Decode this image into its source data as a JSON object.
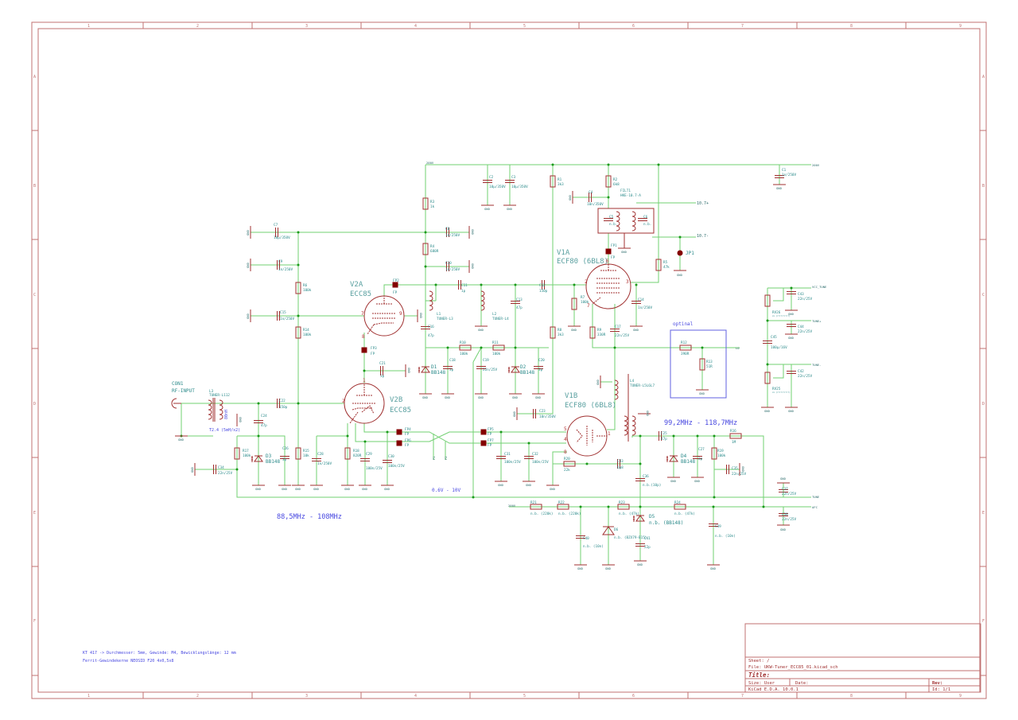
{
  "title_block": {
    "sheet": "Sheet: /",
    "file": "File: UKW-Tuner_ECC85_01.kicad_sch",
    "title": "Title:",
    "size": "Size: User",
    "date": "Date:",
    "rev": "Rev:",
    "app": "KiCad E.D.A. 10.0.1",
    "id": "Id: 1/1"
  },
  "frame": {
    "cols": [
      "1",
      "2",
      "3",
      "4",
      "5",
      "6",
      "7",
      "8",
      "9"
    ],
    "rows": [
      "A",
      "B",
      "C",
      "D",
      "E",
      "F"
    ]
  },
  "gnd": "GND",
  "tubes": {
    "V1A": {
      "ref": "V1A",
      "value": "ECF80 (6BL8)"
    },
    "V1B": {
      "ref": "V1B",
      "value": "ECF80 (6BL8)"
    },
    "V2A": {
      "ref": "V2A",
      "value": "ECC85"
    },
    "V2B": {
      "ref": "V2B",
      "value": "ECC85"
    }
  },
  "pins": {
    "p1": "1",
    "p2": "2",
    "p3": "3",
    "p4": "4",
    "p5": "5",
    "p6": "6",
    "p7": "7",
    "p8": "8",
    "p9": "9"
  },
  "connector": {
    "ref": "CON1",
    "value": "RF-INPUT"
  },
  "components": {
    "R1": {
      "ref": "R1",
      "value": "3k3"
    },
    "R2": {
      "ref": "R2",
      "value": "6k8"
    },
    "R3": {
      "ref": "R3",
      "value": "1k"
    },
    "R4": {
      "ref": "R4",
      "value": "680R"
    },
    "R5": {
      "ref": "R5",
      "value": "47k"
    },
    "R6": {
      "ref": "R6",
      "value": "100k"
    },
    "R7": {
      "ref": "R7",
      "value": "100k"
    },
    "R8": {
      "ref": "R8",
      "value": "3k3"
    },
    "R9": {
      "ref": "R9",
      "value": "330R"
    },
    "R10": {
      "ref": "R10",
      "value": "100k"
    },
    "R11": {
      "ref": "R11",
      "value": "100k"
    },
    "R12": {
      "ref": "R12",
      "value": "390R"
    },
    "R13": {
      "ref": "R13",
      "value": "51R"
    },
    "R14": {
      "ref": "R14",
      "value": "100k"
    },
    "R15": {
      "ref": "R15",
      "value": "10k"
    },
    "R16": {
      "ref": "R16",
      "value": "1M"
    },
    "R17": {
      "ref": "R17",
      "value": "100k"
    },
    "R18": {
      "ref": "R18",
      "value": "820R"
    },
    "R19": {
      "ref": "R19",
      "value": "100k"
    },
    "R20": {
      "ref": "R20",
      "value": "22k"
    },
    "R21": {
      "ref": "R21",
      "value": "n.b. (220k)"
    },
    "R22": {
      "ref": "R22",
      "value": "n.b. (220k)"
    },
    "R23": {
      "ref": "R23",
      "value": "n.b. (47k)"
    },
    "R24": {
      "ref": "R24",
      "value": "n.b. (47k)"
    },
    "RV25": {
      "ref": "RV25",
      "value": "xx (rrrrrrrrrr)"
    },
    "RV26": {
      "ref": "RV26",
      "value": "xx (rrrrrrrrrr)"
    },
    "C1": {
      "ref": "C1",
      "value": "1n/250V"
    },
    "C2": {
      "ref": "C2",
      "value": "10µ/350V"
    },
    "C3": {
      "ref": "C3",
      "value": "10µ/350V"
    },
    "C4": {
      "ref": "C4",
      "value": "10n/350V"
    },
    "C5": {
      "ref": "C5",
      "value": "n.b."
    },
    "C6": {
      "ref": "C6",
      "value": "n.b."
    },
    "C7": {
      "ref": "C7",
      "value": "10µ/350V"
    },
    "C8": {
      "ref": "C8",
      "value": "1n/250V"
    },
    "C9": {
      "ref": "C9",
      "value": "1n/250V"
    },
    "C10": {
      "ref": "C10",
      "value": "1n/250V"
    },
    "C11": {
      "ref": "C11",
      "value": "1p"
    },
    "C12": {
      "ref": "C12",
      "value": "150p"
    },
    "C13": {
      "ref": "C13",
      "value": "47p"
    },
    "C14": {
      "ref": "C14",
      "value": "1n/250V"
    },
    "C15": {
      "ref": "C15",
      "value": "1n/250V"
    },
    "C16": {
      "ref": "C16",
      "value": "47p"
    },
    "C17": {
      "ref": "C17",
      "value": "22n/25V"
    },
    "C18": {
      "ref": "C18",
      "value": "3p"
    },
    "C19": {
      "ref": "C19",
      "value": "22n/25V"
    },
    "C20": {
      "ref": "C20",
      "value": "3p"
    },
    "C21": {
      "ref": "C21",
      "value": "3p"
    },
    "C22": {
      "ref": "C22",
      "value": "150p"
    },
    "C23": {
      "ref": "C23",
      "value": "10n/350V"
    },
    "C24": {
      "ref": "C24",
      "value": "47p"
    },
    "C25": {
      "ref": "C25",
      "value": "47p"
    },
    "C26": {
      "ref": "C26",
      "value": "3p"
    },
    "C27": {
      "ref": "C27",
      "value": "3p"
    },
    "C28": {
      "ref": "C28",
      "value": "1n/250V"
    },
    "C29": {
      "ref": "C29",
      "value": "100n/25V"
    },
    "C30": {
      "ref": "C30",
      "value": "100n/25V"
    },
    "C31": {
      "ref": "C31",
      "value": "100n/25V"
    },
    "C32": {
      "ref": "C32",
      "value": "100n/25V"
    },
    "C33": {
      "ref": "C33",
      "value": "6p8"
    },
    "C34": {
      "ref": "C34",
      "value": "22n/25V"
    },
    "C35": {
      "ref": "C35",
      "value": "22n/25V"
    },
    "C36": {
      "ref": "C36",
      "value": "n.b.(10p)"
    },
    "C37": {
      "ref": "C37",
      "value": "22n/25V"
    },
    "C38": {
      "ref": "C38",
      "value": "22n/25V"
    },
    "C39": {
      "ref": "C39",
      "value": "n.b. (10n)"
    },
    "C40": {
      "ref": "C40",
      "value": "n.b. (10n)"
    },
    "C41": {
      "ref": "C41",
      "value": "22p"
    },
    "C42": {
      "ref": "C42",
      "value": "22n/25V"
    },
    "C43": {
      "ref": "C43",
      "value": "22n/25V"
    },
    "C44": {
      "ref": "C44",
      "value": "22n/25V"
    },
    "C45": {
      "ref": "C45",
      "value": "100µ/16V"
    },
    "D1": {
      "ref": "D1",
      "value": "BB148"
    },
    "D2": {
      "ref": "D2",
      "value": "BB148"
    },
    "D3": {
      "ref": "D3",
      "value": "BB148"
    },
    "D4": {
      "ref": "D4",
      "value": "BB148"
    },
    "D5": {
      "ref": "D5",
      "value": "n.b. (BB148)"
    },
    "D6": {
      "ref": "D6",
      "value": "n.b. (BZX79-B15)"
    },
    "L1": {
      "ref": "L1",
      "value": "TUNER-L3"
    },
    "L2": {
      "ref": "L2",
      "value": "TUNER-L4"
    },
    "L3": {
      "ref": "L3",
      "value": "TUNER-L112"
    },
    "L4": {
      "ref": "L4",
      "value": "TUNER-L5L6L7"
    },
    "FP1": {
      "ref": "FP1",
      "value": "FP"
    },
    "FP2": {
      "ref": "FP2",
      "value": "FP"
    },
    "FP3": {
      "ref": "FP3",
      "value": "FP"
    },
    "FP4": {
      "ref": "FP4",
      "value": "FP"
    },
    "FP5": {
      "ref": "FP5",
      "value": "FP"
    },
    "FP6": {
      "ref": "FP6",
      "value": "FP"
    },
    "FP7": {
      "ref": "FP7",
      "value": "FP"
    },
    "JP1": {
      "ref": "JP1",
      "value": "JP"
    },
    "FILT1": {
      "ref": "FILT1",
      "value": "HKE-10.7-A"
    }
  },
  "nets": {
    "v200a": "200V",
    "v200b": "200V",
    "v200c": "200V",
    "if_p": "10.7+",
    "if_n": "10.7-",
    "lo": "LO",
    "tune": "TUNE",
    "afc": "AFC",
    "vcc_tune": "VCC_TUNE",
    "tune_p": "TUNE+",
    "tune_n": "TUNE-",
    "f1": "F1",
    "f2": "F2"
  },
  "annotations": {
    "optional": "optinal",
    "osc_range": "99,2MHz - 118,7MHz",
    "rf_range": "88,5MHz - 108MHz",
    "tune_voltage": "0.6V - 10V",
    "l3_spec": "T2.4 (5mH/x2)",
    "l3_ind": "80nH",
    "note1": "KT 417 -> Durchmesser: 5mm, Gewinde: M4, Bewicklungslänge: 12 mm",
    "note2": "Ferrit-Gewindekerne NEOSID F20 4x0,5x8"
  }
}
